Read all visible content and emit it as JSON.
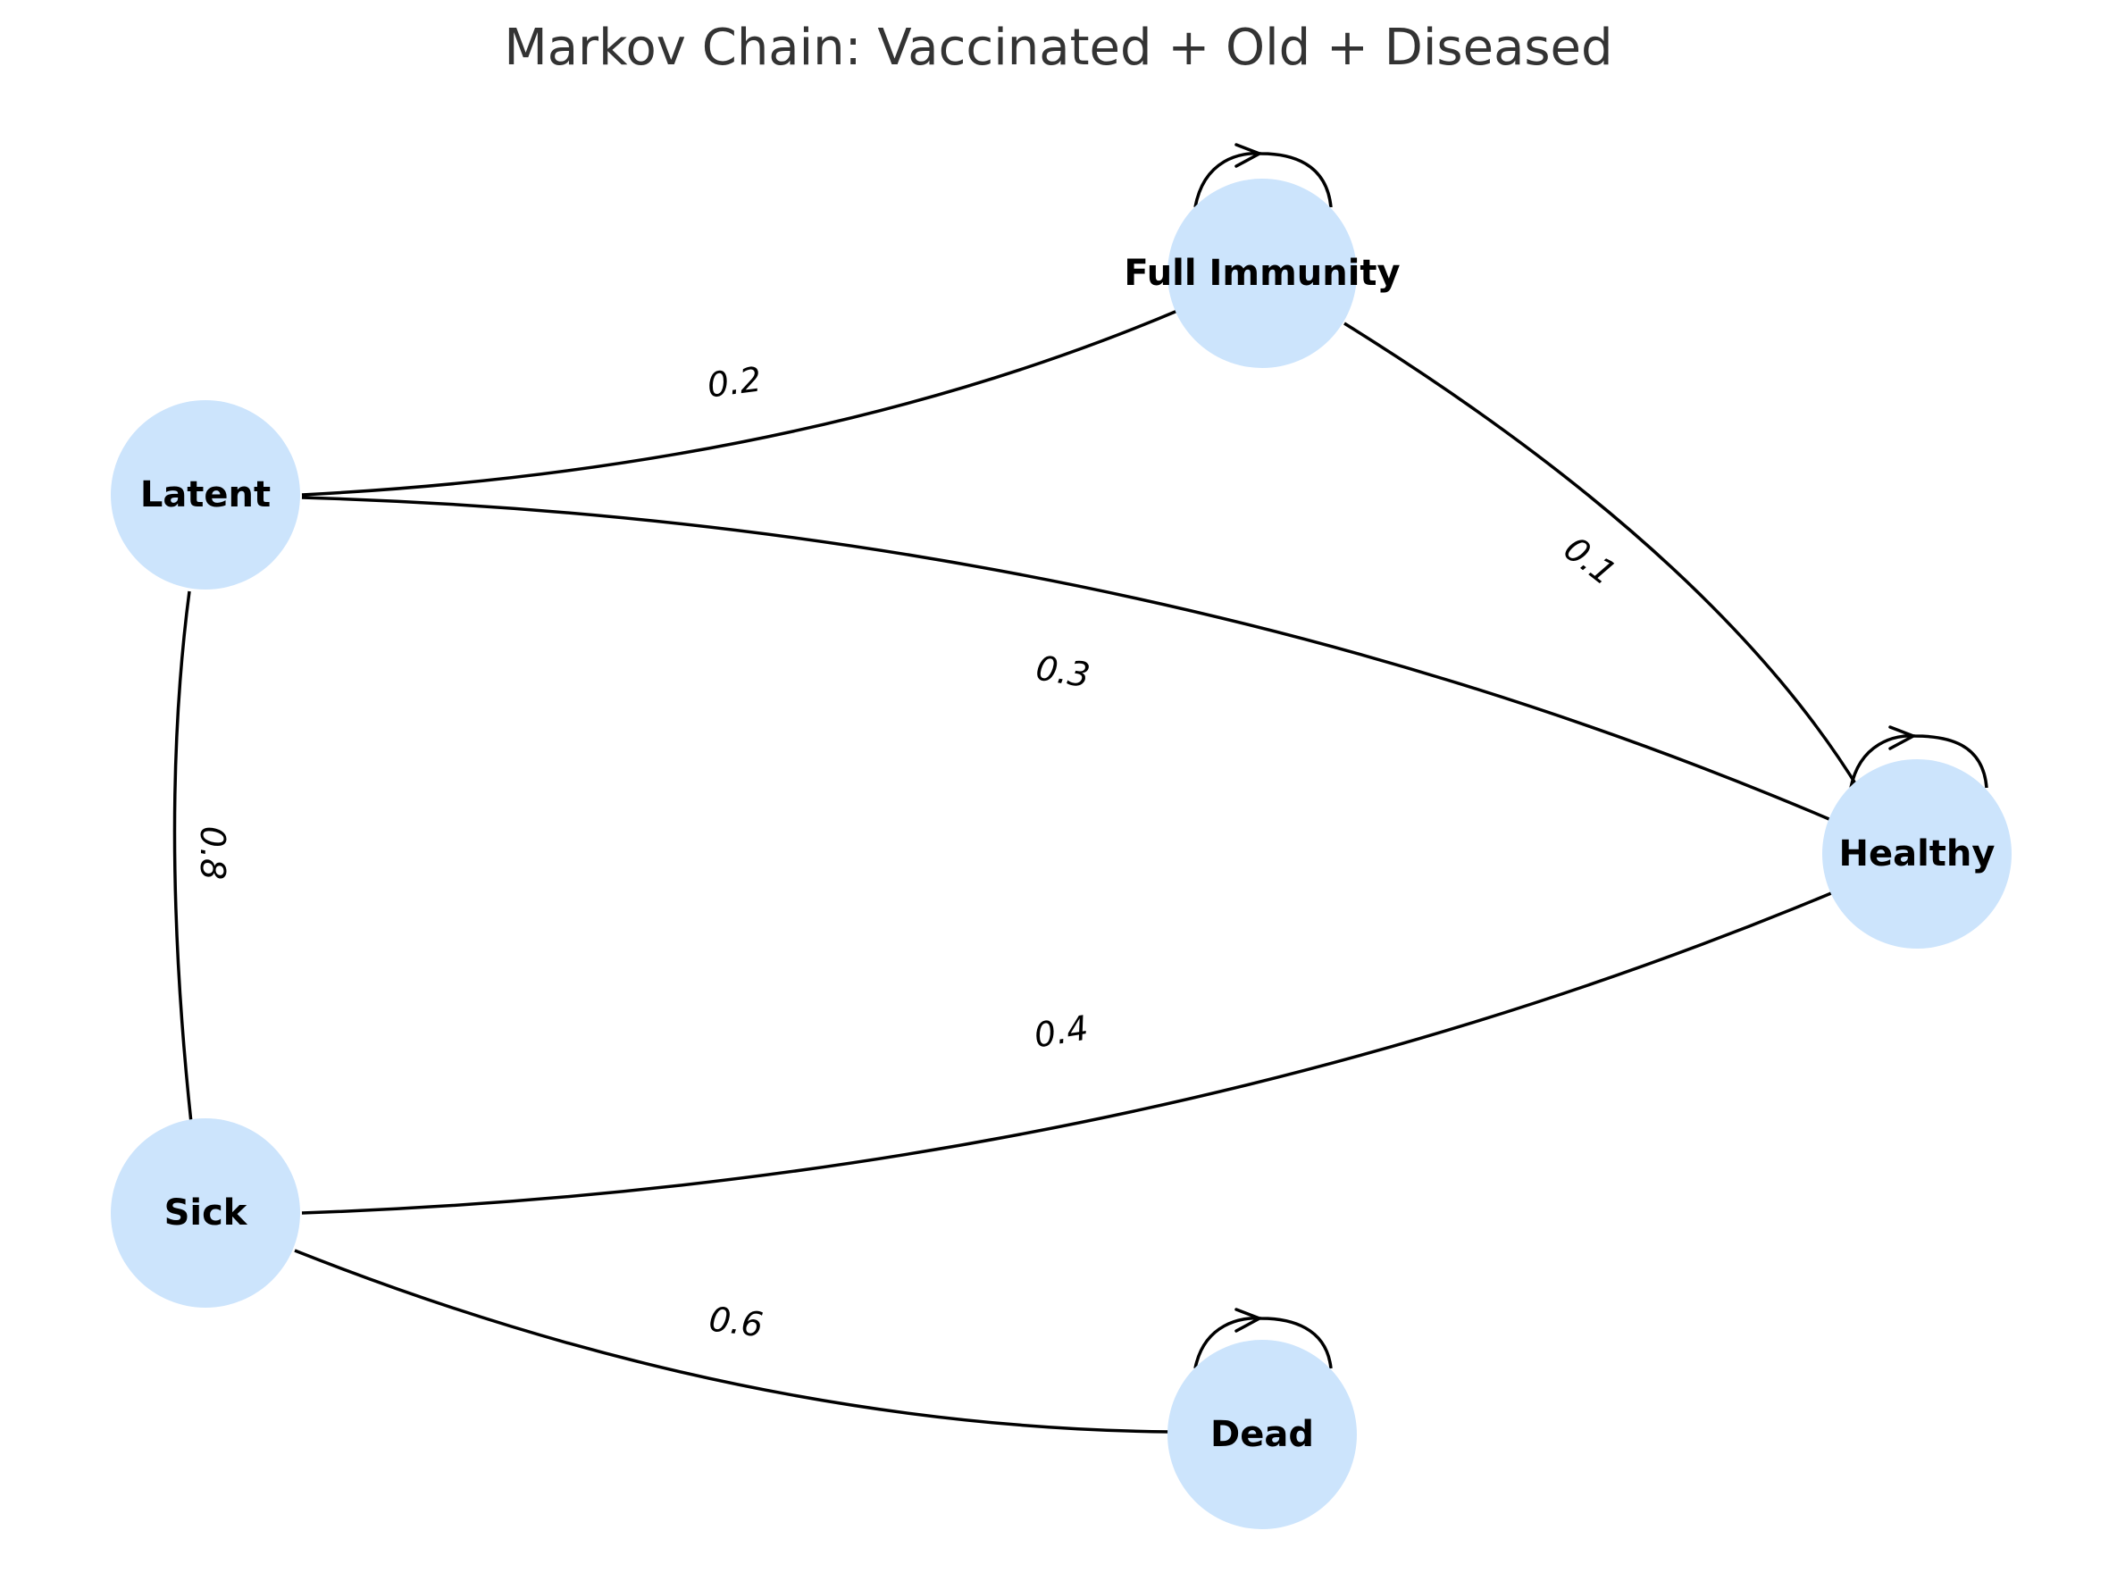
{
  "title": "Markov Chain: Vaccinated + Old + Diseased",
  "colors": {
    "node_fill": "#cce4fc",
    "edge": "#000000",
    "title": "#333333"
  },
  "nodes": [
    {
      "id": "full_immunity",
      "label": "Full Immunity"
    },
    {
      "id": "latent",
      "label": "Latent"
    },
    {
      "id": "healthy",
      "label": "Healthy"
    },
    {
      "id": "sick",
      "label": "Sick"
    },
    {
      "id": "dead",
      "label": "Dead"
    }
  ],
  "edges": [
    {
      "id": "latent-full_immunity",
      "from": "latent",
      "to": "full_immunity",
      "label": "0.2"
    },
    {
      "id": "full_immunity-healthy",
      "from": "full_immunity",
      "to": "healthy",
      "label": "0.1"
    },
    {
      "id": "latent-healthy",
      "from": "latent",
      "to": "healthy",
      "label": "0.3"
    },
    {
      "id": "latent-sick",
      "from": "latent",
      "to": "sick",
      "label": "0.8"
    },
    {
      "id": "sick-healthy",
      "from": "sick",
      "to": "healthy",
      "label": "0.4"
    },
    {
      "id": "sick-dead",
      "from": "sick",
      "to": "dead",
      "label": "0.6"
    }
  ],
  "self_loops": [
    "full_immunity",
    "healthy",
    "dead"
  ]
}
